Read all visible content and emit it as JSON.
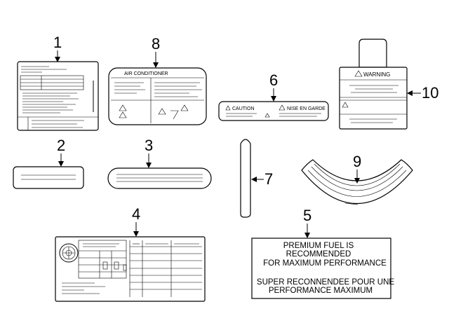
{
  "callouts": {
    "c1": "1",
    "c2": "2",
    "c3": "3",
    "c4": "4",
    "c5": "5",
    "c6": "6",
    "c7": "7",
    "c8": "8",
    "c9": "9",
    "c10": "10"
  },
  "labels": {
    "air_conditioner": "AIR CONDITIONER",
    "caution": "CAUTION",
    "caution_fr": "NISE EN GARDE",
    "warning": "WARNING"
  },
  "fuel_label": {
    "en_line1": "PREMIUM FUEL IS",
    "en_line2": "RECOMMENDED",
    "en_line3": "FOR MAXIMUM PERFORMANCE",
    "fr_line1": "SUPER RECONNENDEE POUR UNE",
    "fr_line2": "PERFORMANCE MAXIMUM"
  },
  "colors": {
    "ink": "#000000",
    "paper": "#ffffff"
  }
}
